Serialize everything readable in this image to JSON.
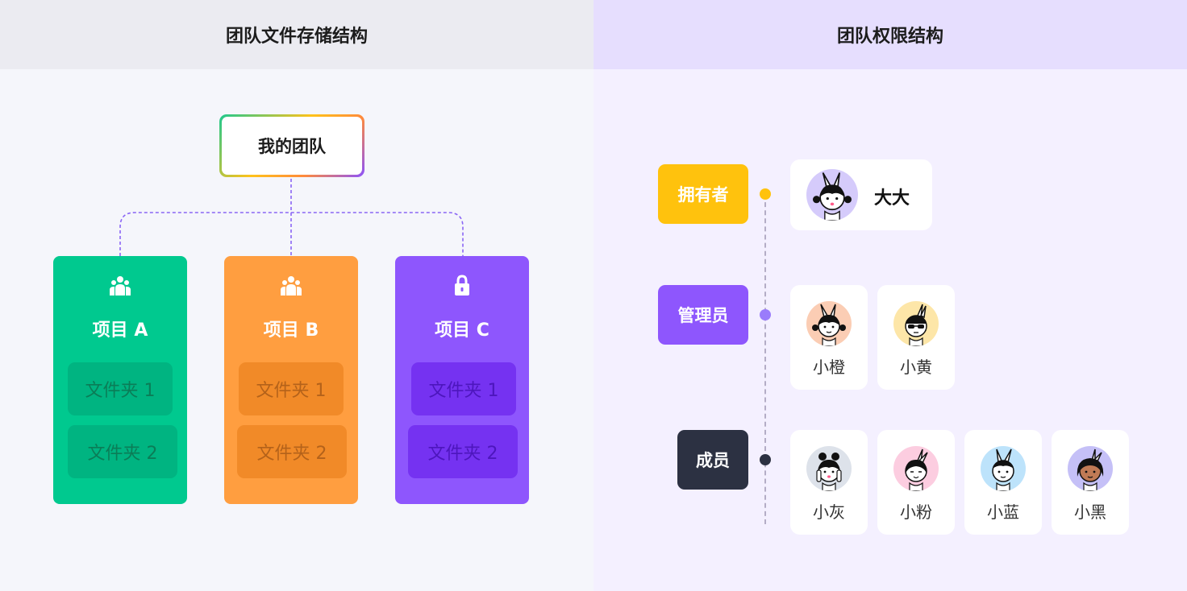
{
  "storage": {
    "title": "团队文件存储结构",
    "root": "我的团队",
    "projects": [
      {
        "name": "项目 A",
        "icon": "team-icon",
        "color": "#00c98f",
        "folders": [
          "文件夹 1",
          "文件夹 2"
        ]
      },
      {
        "name": "项目 B",
        "icon": "team-icon",
        "color": "#ff9e40",
        "folders": [
          "文件夹 1",
          "文件夹 2"
        ]
      },
      {
        "name": "项目 C",
        "icon": "lock-icon",
        "color": "#8e56fd",
        "folders": [
          "文件夹 1",
          "文件夹 2"
        ]
      }
    ]
  },
  "permissions": {
    "title": "团队权限结构",
    "roles": [
      {
        "label": "拥有者",
        "color": "#ffc20d",
        "dot_color": "#ffc20d",
        "members": [
          "大大"
        ]
      },
      {
        "label": "管理员",
        "color": "#8e56fd",
        "dot_color": "#9a7cfb",
        "members": [
          "小橙",
          "小黄"
        ]
      },
      {
        "label": "成员",
        "color": "#2c3142",
        "dot_color": "#2c3142",
        "members": [
          "小灰",
          "小粉",
          "小蓝",
          "小黑"
        ]
      }
    ],
    "avatar_colors": {
      "大大": "#d5cbfb",
      "小橙": "#fbcdb4",
      "小黄": "#fde6a8",
      "小灰": "#dde2ea",
      "小粉": "#fccde0",
      "小蓝": "#bde3fb",
      "小黑": "#c5c0f7"
    }
  }
}
